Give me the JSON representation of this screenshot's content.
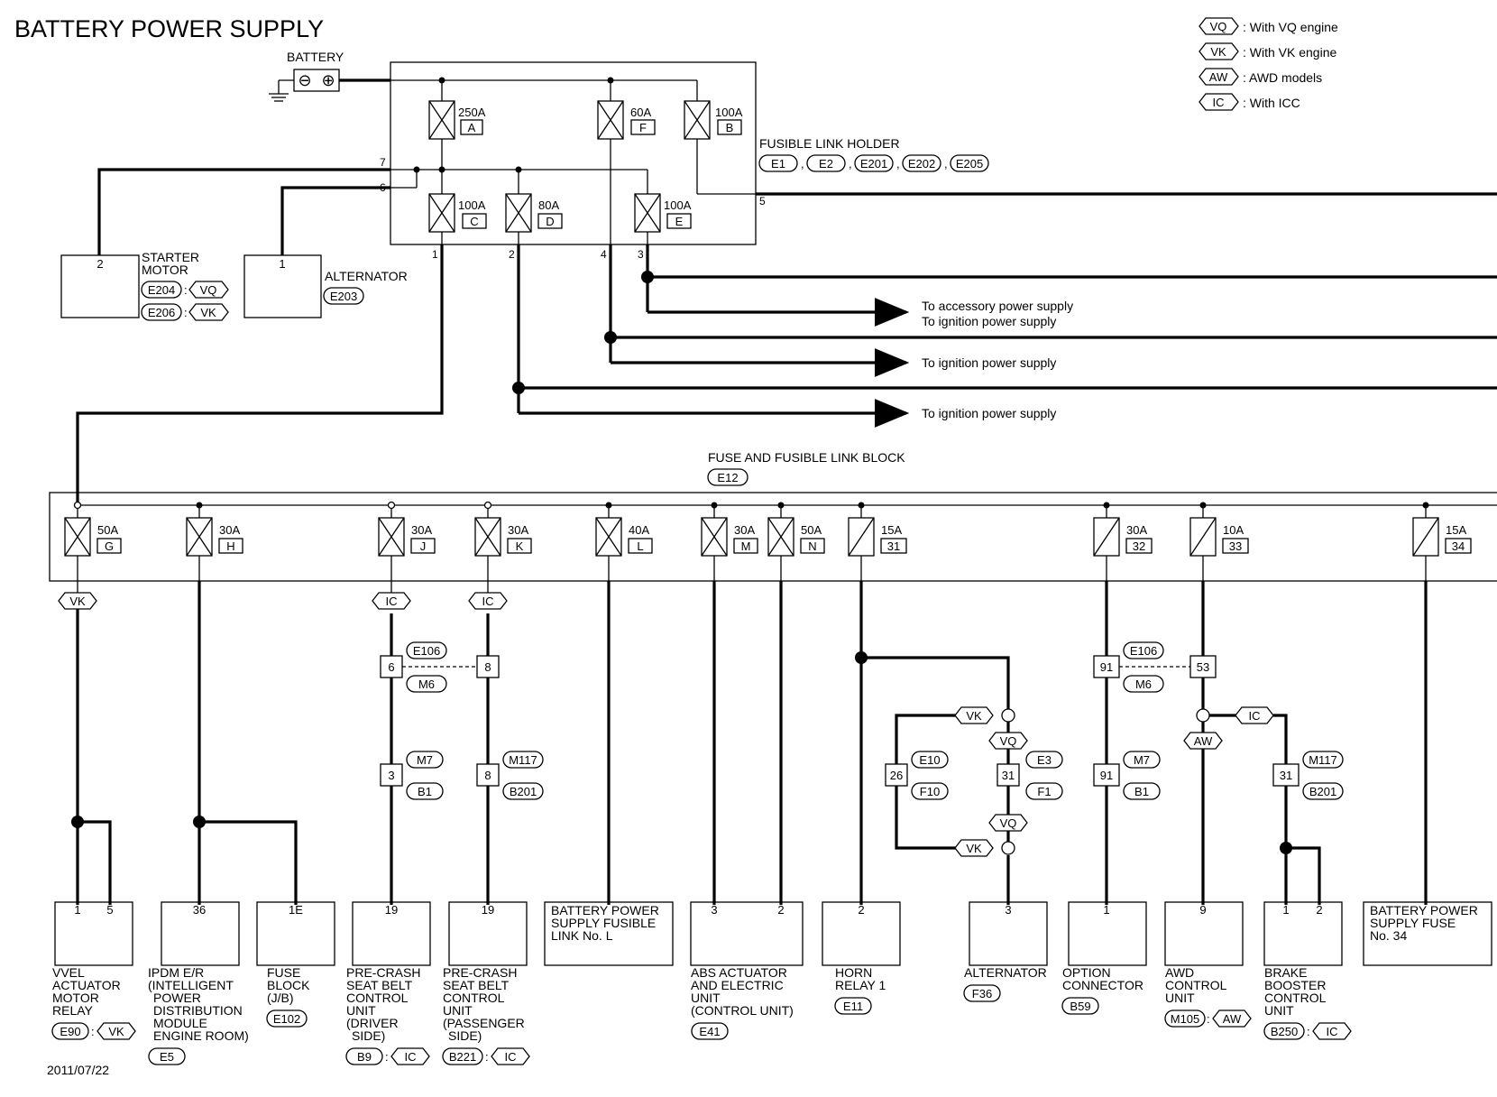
{
  "title": "BATTERY POWER SUPPLY",
  "date": "2011/07/22",
  "legend": [
    {
      "code": "VQ",
      "text": ": With VQ engine"
    },
    {
      "code": "VK",
      "text": ": With VK engine"
    },
    {
      "code": "AW",
      "text": ": AWD models"
    },
    {
      "code": "IC",
      "text": ": With ICC"
    }
  ],
  "battery": {
    "label": "BATTERY"
  },
  "fusible_link_holder": {
    "label": "FUSIBLE LINK HOLDER",
    "connectors": [
      "E1",
      "E2",
      "E201",
      "E202",
      "E205"
    ],
    "links": [
      {
        "rating": "250A",
        "id": "A"
      },
      {
        "rating": "60A",
        "id": "F"
      },
      {
        "rating": "100A",
        "id": "B"
      },
      {
        "rating": "100A",
        "id": "C"
      },
      {
        "rating": "80A",
        "id": "D"
      },
      {
        "rating": "100A",
        "id": "E"
      }
    ],
    "terminals": [
      "7",
      "6",
      "5",
      "1",
      "2",
      "4",
      "3"
    ]
  },
  "starter_motor": {
    "label_line1": "STARTER",
    "label_line2": "MOTOR",
    "pin": "2",
    "conn1": "E204",
    "cond1": "VQ",
    "conn2": "E206",
    "cond2": "VK"
  },
  "alternator_top": {
    "label": "ALTERNATOR",
    "pin": "1",
    "conn": "E203"
  },
  "arrows": [
    {
      "line1": "To accessory power supply",
      "line2": "To ignition power supply"
    },
    {
      "line1": "To ignition power supply"
    },
    {
      "line1": "To ignition power supply"
    }
  ],
  "fuse_block": {
    "label": "FUSE AND FUSIBLE LINK BLOCK",
    "conn": "E12"
  },
  "fuses": [
    {
      "rating": "50A",
      "id": "G"
    },
    {
      "rating": "30A",
      "id": "H"
    },
    {
      "rating": "30A",
      "id": "J"
    },
    {
      "rating": "30A",
      "id": "K"
    },
    {
      "rating": "40A",
      "id": "L"
    },
    {
      "rating": "30A",
      "id": "M"
    },
    {
      "rating": "50A",
      "id": "N"
    },
    {
      "rating": "15A",
      "id": "31"
    },
    {
      "rating": "30A",
      "id": "32"
    },
    {
      "rating": "10A",
      "id": "33"
    },
    {
      "rating": "15A",
      "id": "34"
    }
  ],
  "mid": {
    "vk1": "VK",
    "ic1": "IC",
    "ic2": "IC",
    "j1_pin": "6",
    "j1_pin2": "8",
    "j1_conn_a": "E106",
    "j1_conn_b": "M6",
    "j2_pin": "3",
    "j2_pin2": "8",
    "j2_conn_a": "M7",
    "j2_conn_b": "B1",
    "j2_conn_c": "M117",
    "j2_conn_d": "B201",
    "alt_vk_top": "VK",
    "alt_vq_top": "VQ",
    "alt_pin_l": "26",
    "alt_conn_l1": "E10",
    "alt_conn_l2": "F10",
    "alt_pin_r": "31",
    "alt_conn_r1": "E3",
    "alt_conn_r2": "F1",
    "alt_vq_bot": "VQ",
    "alt_vk_bot": "VK",
    "j3_pin": "91",
    "j3_pin2": "53",
    "j3_conn_a": "E106",
    "j3_conn_b": "M6",
    "j4_pin": "91",
    "j4_conn_a": "M7",
    "j4_conn_b": "B1",
    "awd_ic": "IC",
    "awd_aw": "AW",
    "brake_pin": "31",
    "brake_conn_a": "M117",
    "brake_conn_b": "B201"
  },
  "components": [
    {
      "pins": [
        "1",
        "5"
      ],
      "lines": [
        "VVEL",
        "ACTUATOR",
        "MOTOR",
        "RELAY"
      ],
      "conn": "E90",
      "cond": "VK"
    },
    {
      "pins": [
        "36"
      ],
      "lines": [
        "IPDM E/R",
        "(INTELLIGENT",
        "POWER",
        "DISTRIBUTION",
        "MODULE",
        "ENGINE ROOM)"
      ],
      "conn": "E5"
    },
    {
      "pins": [
        "1E"
      ],
      "lines": [
        "FUSE",
        "BLOCK",
        "(J/B)"
      ],
      "conn": "E102"
    },
    {
      "pins": [
        "19"
      ],
      "lines": [
        "PRE-CRASH",
        "SEAT BELT",
        "CONTROL",
        "UNIT",
        "(DRIVER",
        "SIDE)"
      ],
      "conn": "B9",
      "cond": "IC"
    },
    {
      "pins": [
        "19"
      ],
      "lines": [
        "PRE-CRASH",
        "SEAT BELT",
        "CONTROL",
        "UNIT",
        "(PASSENGER",
        "SIDE)"
      ],
      "conn": "B221",
      "cond": "IC"
    },
    {
      "box_lines": [
        "BATTERY POWER",
        "SUPPLY FUSIBLE",
        "LINK No. L"
      ]
    },
    {
      "pins": [
        "3",
        "2"
      ],
      "lines": [
        "ABS ACTUATOR",
        "AND ELECTRIC",
        "UNIT",
        "(CONTROL UNIT)"
      ],
      "conn": "E41"
    },
    {
      "pins": [
        "2"
      ],
      "lines": [
        "HORN",
        "RELAY 1"
      ],
      "conn": "E11"
    },
    {
      "pins": [
        "3"
      ],
      "lines": [
        "ALTERNATOR"
      ],
      "conn": "F36"
    },
    {
      "pins": [
        "1"
      ],
      "lines": [
        "OPTION",
        "CONNECTOR"
      ],
      "conn": "B59"
    },
    {
      "pins": [
        "9"
      ],
      "lines": [
        "AWD",
        "CONTROL",
        "UNIT"
      ],
      "conn": "M105",
      "cond": "AW"
    },
    {
      "pins": [
        "1",
        "2"
      ],
      "lines": [
        "BRAKE",
        "BOOSTER",
        "CONTROL",
        "UNIT"
      ],
      "conn": "B250",
      "cond": "IC"
    },
    {
      "box_lines": [
        "BATTERY POWER",
        "SUPPLY FUSE",
        "No. 34"
      ]
    }
  ]
}
